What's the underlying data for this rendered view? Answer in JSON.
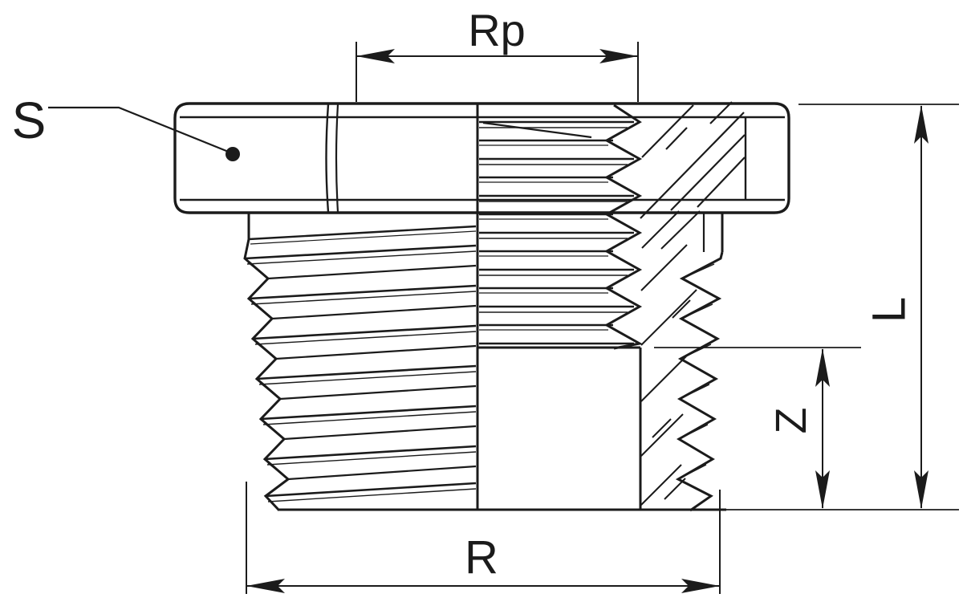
{
  "drawing": {
    "labels": {
      "wrench_flats": "S",
      "female_thread": "Rp",
      "overall_length": "L",
      "lower_length": "Z",
      "male_thread": "R"
    },
    "colors": {
      "line": "#1b1b1b",
      "background": "#ffffff"
    }
  }
}
